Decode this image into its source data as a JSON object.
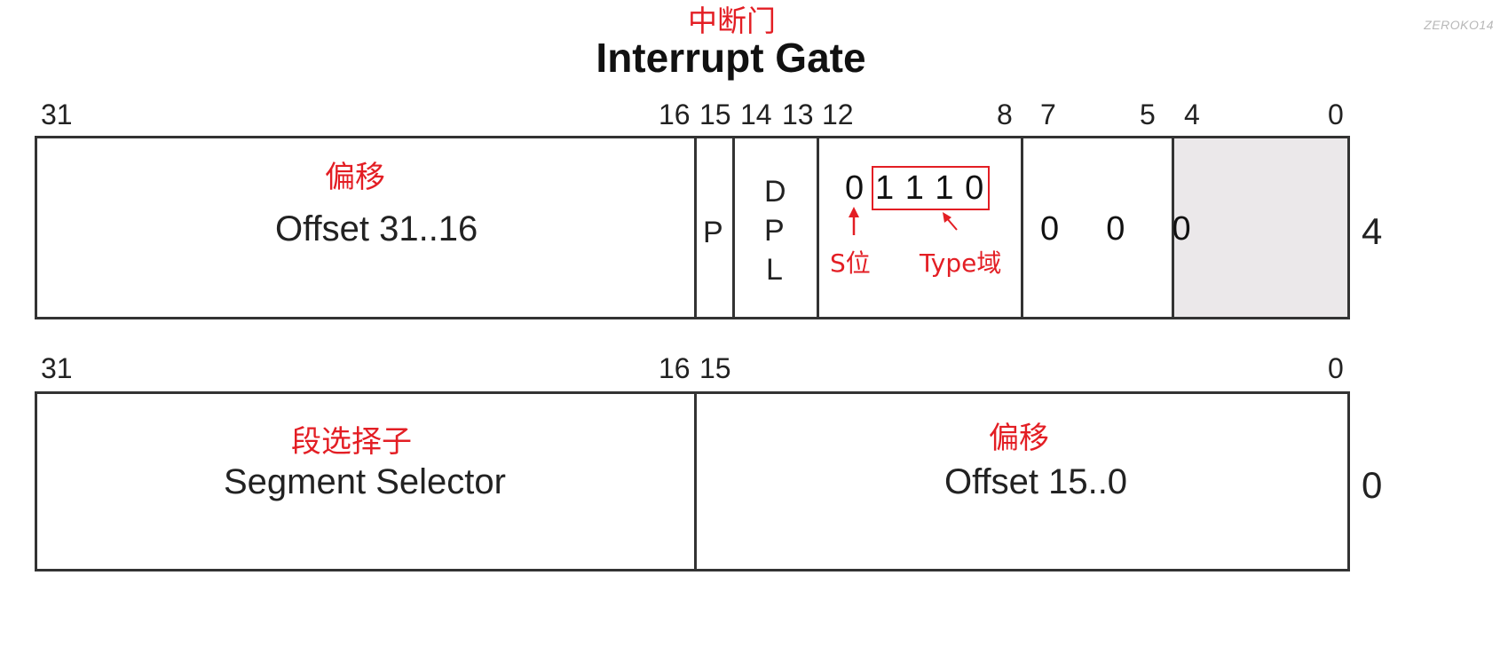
{
  "title": {
    "cn": "中断门",
    "en": "Interrupt Gate"
  },
  "watermark": "ZEROKO14",
  "upper": {
    "bit_labels": {
      "b31": "31",
      "b16": "16",
      "b15": "15",
      "b14": "14",
      "b13": "13",
      "b12": "12",
      "b8": "8",
      "b7": "7",
      "b5": "5",
      "b4": "4",
      "b0": "0"
    },
    "offset_cn": "偏移",
    "offset_en": "Offset 31..16",
    "p": "P",
    "dpl": [
      "D",
      "P",
      "L"
    ],
    "s_bit": "0",
    "type_bits": "1 1 1 0",
    "s_label": "S位",
    "type_label": "Type域",
    "zeros": "0  0  0",
    "dword_index": "4"
  },
  "lower": {
    "bit_labels": {
      "b31": "31",
      "b16": "16",
      "b15": "15",
      "b0": "0"
    },
    "selector_cn": "段选择子",
    "selector_en": "Segment Selector",
    "offset_cn": "偏移",
    "offset_en": "Offset 15..0",
    "dword_index": "0"
  },
  "colors": {
    "annotation": "#e31e24",
    "line": "#333333",
    "reserved": "#ebe8ea"
  }
}
